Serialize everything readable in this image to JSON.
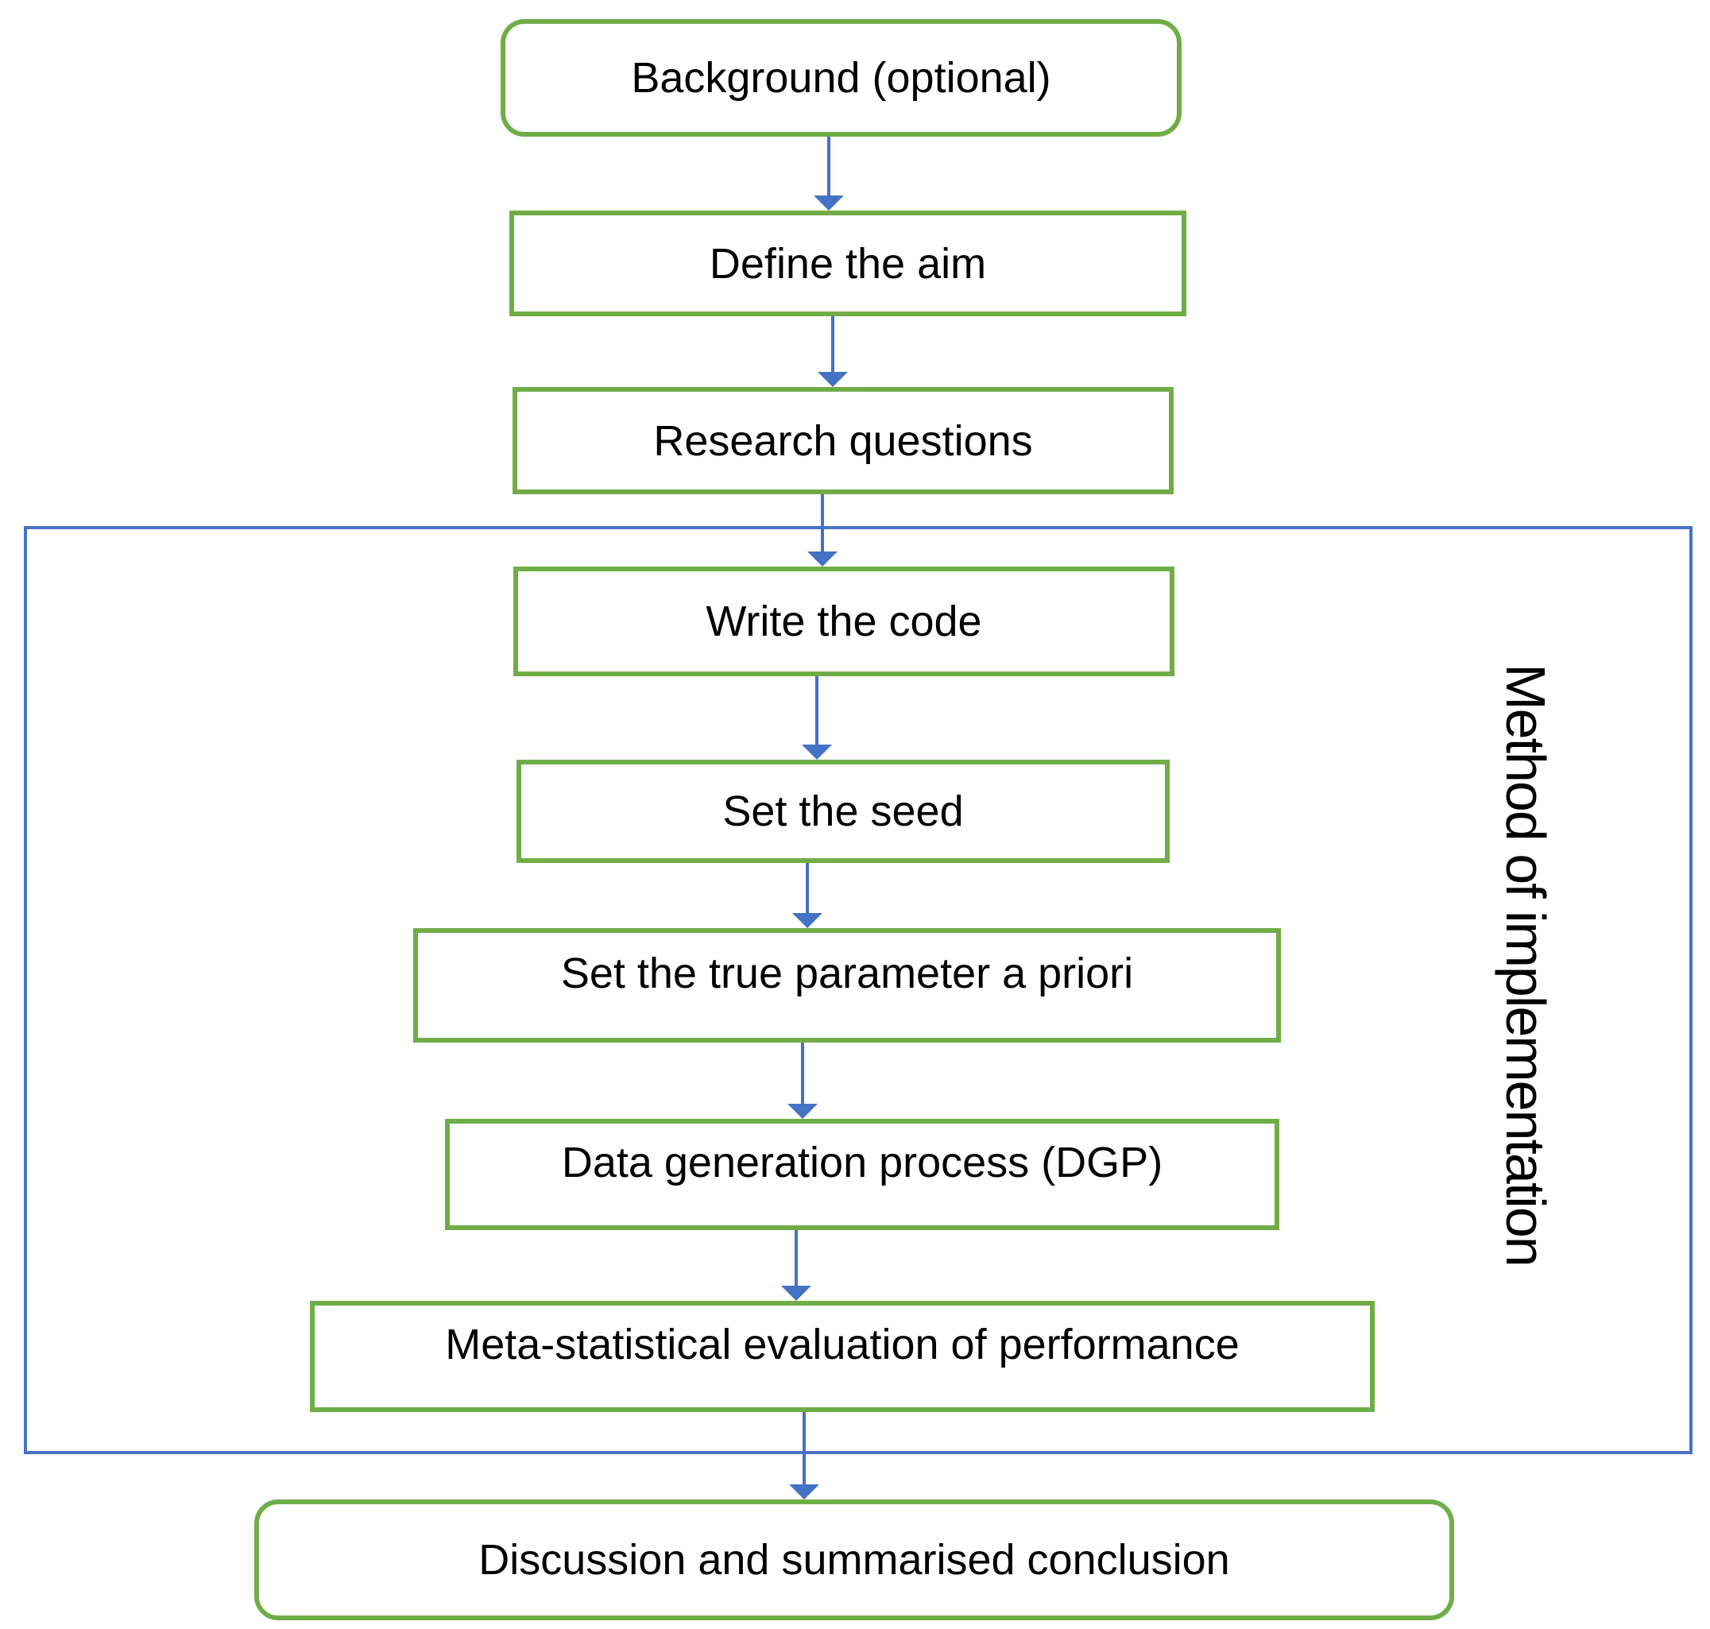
{
  "nodes": [
    {
      "id": "background",
      "label": "Background (optional)"
    },
    {
      "id": "define-aim",
      "label": "Define the aim"
    },
    {
      "id": "research-questions",
      "label": "Research questions"
    },
    {
      "id": "write-code",
      "label": "Write the code"
    },
    {
      "id": "set-seed",
      "label": "Set the seed"
    },
    {
      "id": "set-true-parameter",
      "label": "Set the true parameter a priori"
    },
    {
      "id": "data-generation-process",
      "label": "Data generation process (DGP)"
    },
    {
      "id": "meta-statistical-evaluation",
      "label": "Meta-statistical evaluation of performance"
    },
    {
      "id": "discussion-conclusion",
      "label": "Discussion and summarised conclusion"
    }
  ],
  "frame": {
    "label": "Method of implementation"
  },
  "colors": {
    "box_border": "#70AD47",
    "frame_border": "#4472C4",
    "arrow": "#4472C4",
    "text": "#000000",
    "background": "#FFFFFF"
  }
}
